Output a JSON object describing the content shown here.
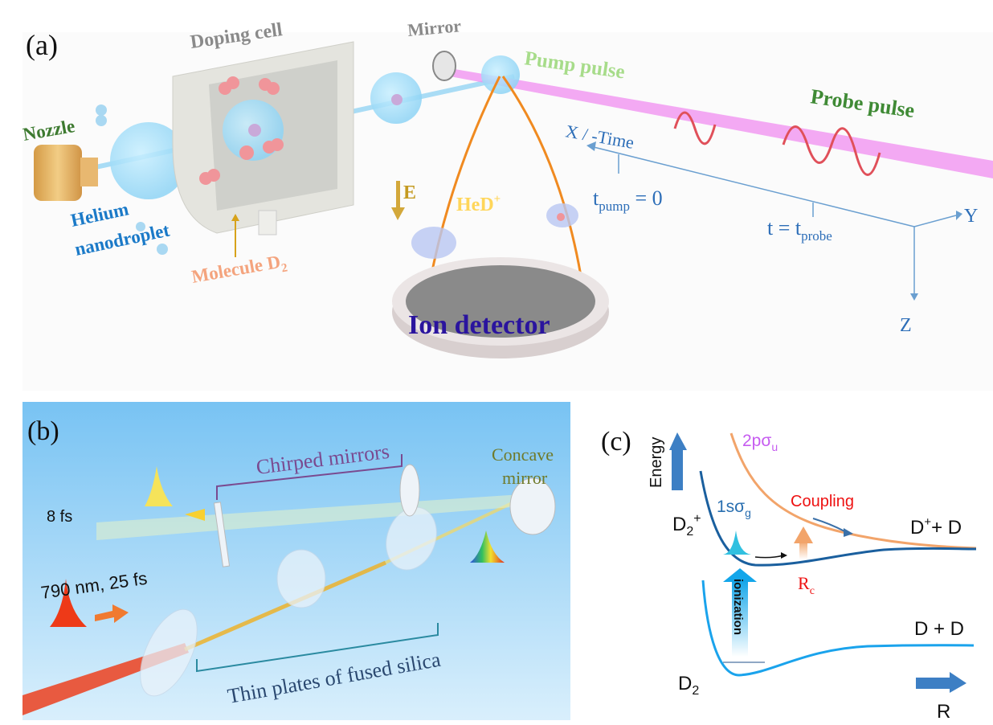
{
  "panel_a": {
    "label": "(a)",
    "doping_cell": "Doping cell",
    "mirror": "Mirror",
    "nozzle": "Nozzle",
    "helium": "Helium",
    "nanodroplet": "nanodroplet",
    "molecule": "Molecule D",
    "molecule_sub": "2",
    "field": "E",
    "hed": "HeD",
    "hed_sup": "+",
    "ion_detector": "Ion detector",
    "pump_pulse": "Pump pulse",
    "probe_pulse": "Probe pulse",
    "x_axis": "X / -Time",
    "t_pump": "t",
    "t_pump_sub": "pump",
    "t_pump_val": " = 0",
    "t_probe": "t = t",
    "t_probe_sub": "probe",
    "y_axis": "Y",
    "z_axis": "Z"
  },
  "panel_b": {
    "label": "(b)",
    "chirped_mirrors": "Chirped mirrors",
    "concave": "Concave",
    "mirror": "mirror",
    "output_pulse": "8 fs",
    "input_pulse": "790 nm, 25 fs",
    "thin_plates": "Thin plates of fused silica"
  },
  "panel_c": {
    "label": "(c)",
    "energy": "Energy",
    "state_upper": "2pσ",
    "state_upper_sub": "u",
    "state_lower": "1sσ",
    "state_lower_sub": "g",
    "coupling": "Coupling",
    "d2plus": "D",
    "d2plus_sub": "2",
    "d2plus_sup": "+",
    "dplus_d": "D",
    "dplus_d_sup": "+",
    "dplus_d_rest": "+ D",
    "rc": "R",
    "rc_sub": "c",
    "ionization": "ionization",
    "d_d": "D + D",
    "d2": "D",
    "d2_sub": "2",
    "r_axis": "R",
    "colors": {
      "upper": "#f2a46a",
      "lower": "#1a5f9e",
      "ground": "#1aa3ec",
      "coupling": "#ee1111",
      "upper_label": "#c65cf0"
    }
  }
}
